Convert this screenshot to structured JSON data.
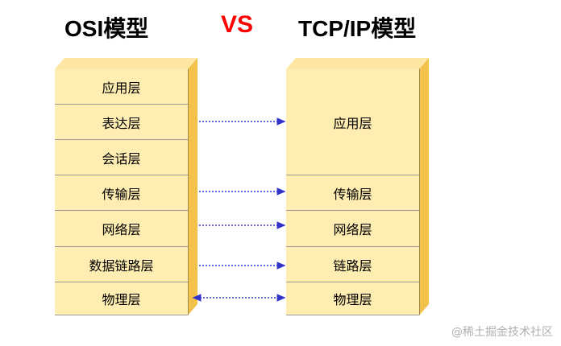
{
  "titles": {
    "osi": "OSI模型",
    "vs": "VS",
    "tcp": "TCP/IP模型"
  },
  "osi_layers": [
    "应用层",
    "表达层",
    "会话层",
    "传输层",
    "网络层",
    "数据链路层",
    "物理层"
  ],
  "tcp_layers": [
    "应用层",
    "传输层",
    "网络层",
    "链路层",
    "物理层"
  ],
  "watermark": "@稀土掘金技术社区",
  "colors": {
    "layer_face": "#ffedb1",
    "layer_side": "#f2c24b",
    "arrow": "#3333cc",
    "vs": "#ff0000"
  }
}
